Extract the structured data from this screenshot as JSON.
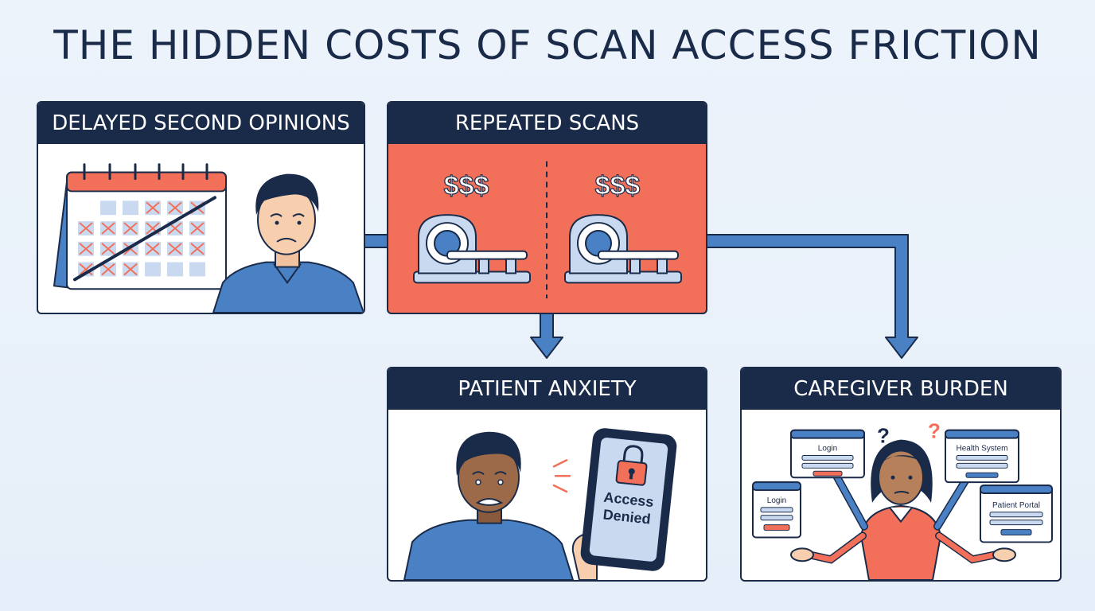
{
  "title": "THE HIDDEN COSTS OF SCAN ACCESS FRICTION",
  "panels": {
    "delayed": {
      "label": "DELAYED SECOND OPINIONS"
    },
    "repeated": {
      "label": "REPEATED SCANS",
      "cost_left": "$$$",
      "cost_right": "$$$"
    },
    "anxiety": {
      "label": "PATIENT ANXIETY",
      "phone_text_1": "Access",
      "phone_text_2": "Denied"
    },
    "caregiver": {
      "label": "CAREGIVER BURDEN",
      "window_login_1": "Login",
      "window_login_2": "Login",
      "window_health_system": "Health System",
      "window_patient_portal": "Patient Portal",
      "question_mark": "?"
    }
  },
  "colors": {
    "navy": "#1a2b4a",
    "coral": "#f2705a",
    "blue": "#4a80c4",
    "light_blue": "#c9daf0",
    "background": "#eaf1fa"
  },
  "icons": [
    "calendar-icon",
    "mri-scanner-icon",
    "lock-icon",
    "phone-icon",
    "browser-window-icon"
  ]
}
